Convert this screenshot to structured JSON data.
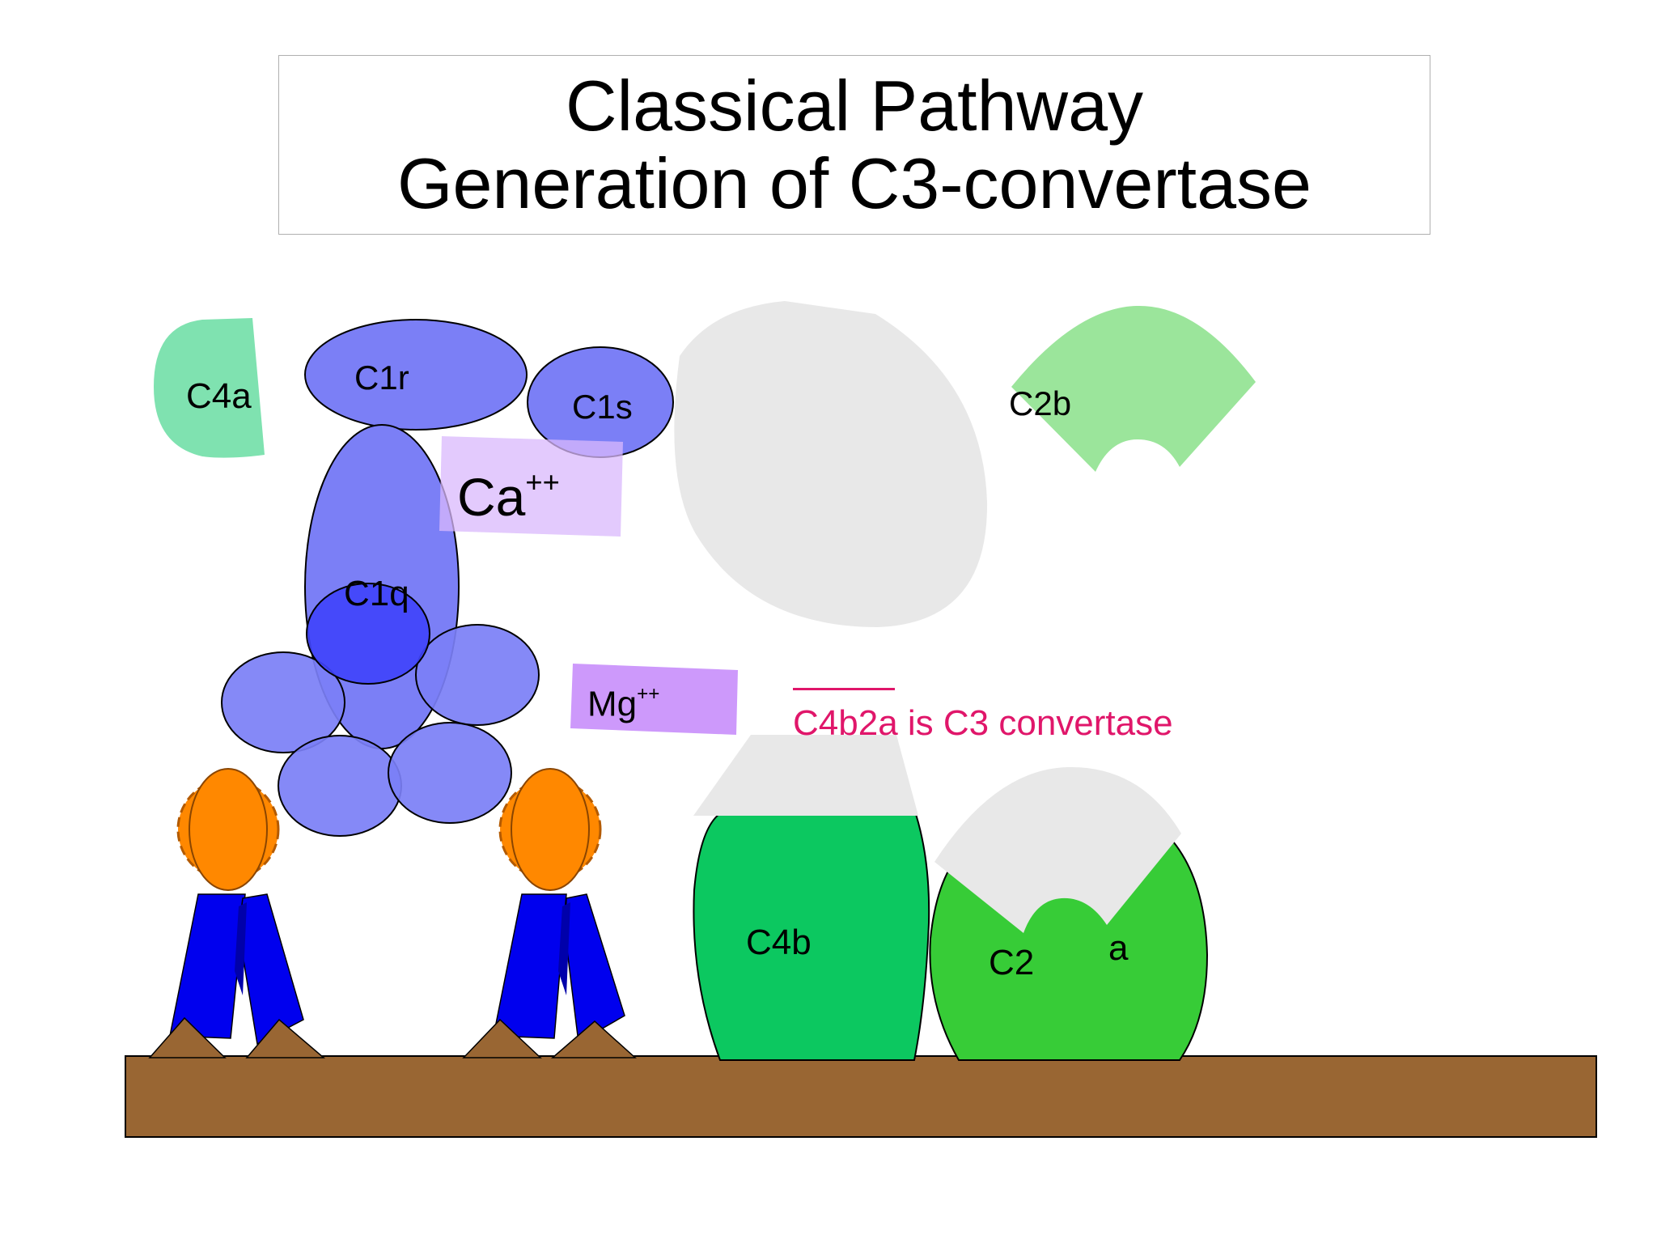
{
  "title": {
    "line1": "Classical Pathway",
    "line2": "Generation of C3-convertase"
  },
  "labels": {
    "c4a": "C4a",
    "c1r": "C1r",
    "c1s": "C1s",
    "c1q": "C1q",
    "ca_base": "Ca",
    "ca_sup": "++",
    "mg_base": "Mg",
    "mg_sup": "++",
    "c2b": "C2b",
    "c4b": "C4b",
    "c2": "C2",
    "a": "a"
  },
  "note": "C4b2a is C3 convertase",
  "colors": {
    "c1_blue": "#7b7ff6",
    "c1q_dark": "#3f44fb",
    "c4a_green": "#7fe2b0",
    "c2b_green": "#9be59b",
    "c4b_green": "#0cc860",
    "c2_green": "#37cc37",
    "grey_blob": "#e8e8e8",
    "ca_box": "#e6ccfd",
    "mg_box": "#cd99fb",
    "membrane": "#996633",
    "ribbon_blue": "#0000ee",
    "medal_orange": "#ff8800",
    "note_pink": "#e0166a"
  }
}
